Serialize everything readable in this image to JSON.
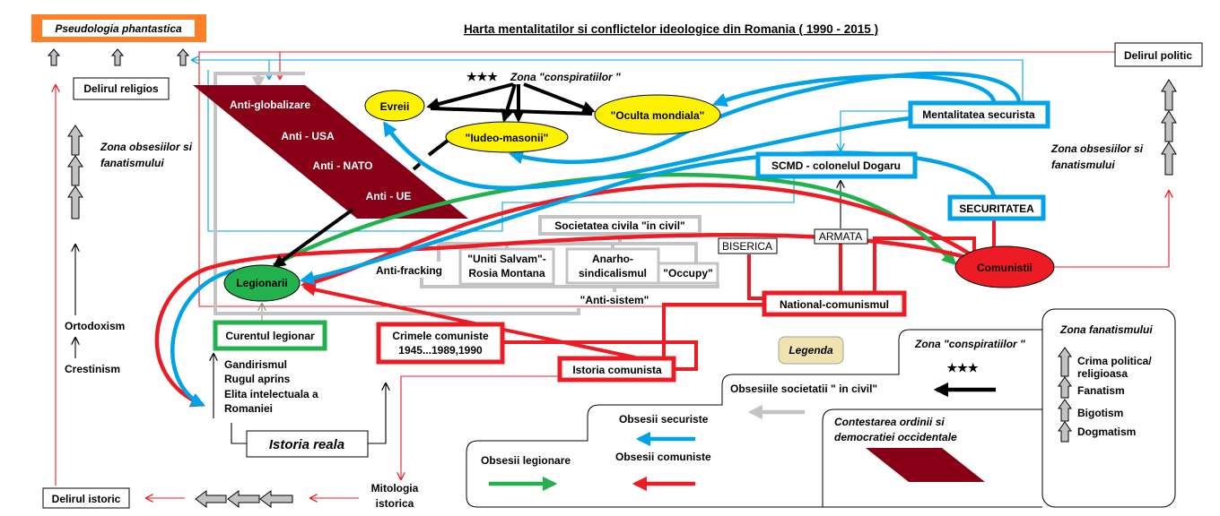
{
  "title": "Harta mentalitatilor si conflictelor ideologice din Romania ( 1990 - 2015 )",
  "left_column": {
    "pseudologia": "Pseudologia phantastica",
    "delirul_religios": "Delirul religios",
    "zona_line1": "Zona obsesiilor si",
    "zona_line2": "fanatismului",
    "ortodoxism": "Ortodoxism",
    "crestinism": "Crestinism",
    "delirul_istoric": "Delirul istoric"
  },
  "right_column": {
    "delirul_politic": "Delirul politic",
    "zona_line1": "Zona obsesiilor si",
    "zona_line2": "fanatismului"
  },
  "conspiracy": {
    "stars": "★★★",
    "label": "Zona \"conspiratiilor \"",
    "evreii": "Evreii",
    "iudeo_masonii": "\"Iudeo-masonii\"",
    "oculta_mondiala": "\"Oculta mondiala\""
  },
  "anti_block": [
    "Anti-globalizare",
    "Anti - USA",
    "Anti - NATO",
    "Anti - UE"
  ],
  "securist": {
    "mentalitatea": "Mentalitatea securista",
    "scmd": "SCMD - colonelul Dogaru",
    "securitatea": "SECURITATEA"
  },
  "institutions": {
    "biserica": "BISERICA",
    "armata": "ARMATA"
  },
  "communist": {
    "comunistii": "Comunistii",
    "national_comunismul": "National-comunismul",
    "crimele_line1": "Crimele comuniste",
    "crimele_line2": "1945...1989,1990",
    "istoria_comunista": "Istoria comunista"
  },
  "civil": {
    "societatea": "Societatea civila \"in civil\"",
    "uniti_line1": "\"Uniti Salvam\"-",
    "uniti_line2": "Rosia Montana",
    "anarho_line1": "Anarho-",
    "anarho_line2": "sindicalismul",
    "occupy": "\"Occupy\"",
    "anti_fracking": "Anti-fracking",
    "anti_sistem": "\"Anti-sistem\""
  },
  "legionary": {
    "legionarii": "Legionarii",
    "curentul": "Curentul legionar",
    "roots": [
      "Gandirismul",
      "Rugul aprins",
      "Elita intelectuala a",
      "Romaniei"
    ]
  },
  "history": {
    "istoria_reala": "Istoria reala",
    "mitologia_line1": "Mitologia",
    "mitologia_line2": "istorica"
  },
  "legend": {
    "title": "Legenda",
    "conspiracy_zone": "Zona \"conspiratiilor \"",
    "stars": "★★★",
    "fanatism_zone": "Zona fanatismului",
    "fanatism_levels": [
      "Crima politica/",
      "religioasa",
      "Fanatism",
      "Bigotism",
      "Dogmatism"
    ],
    "civil_obsessions": "Obsesiile societatii \" in civil\"",
    "contestarea_line1": "Contestarea ordinii si",
    "contestarea_line2": "democratiei occidentale",
    "securist_obsessions": "Obsesii securiste",
    "communist_obsessions": "Obsesii comuniste",
    "legionary_obsessions": "Obsesii legionare"
  },
  "colors": {
    "blue": "#00a2e8",
    "red": "#ed1c24",
    "green": "#22b14c",
    "gray": "#c3c3c3",
    "brown": "#880015",
    "yellow": "#fff200",
    "orange": "#ff7f27",
    "beige": "#efe4b0"
  }
}
